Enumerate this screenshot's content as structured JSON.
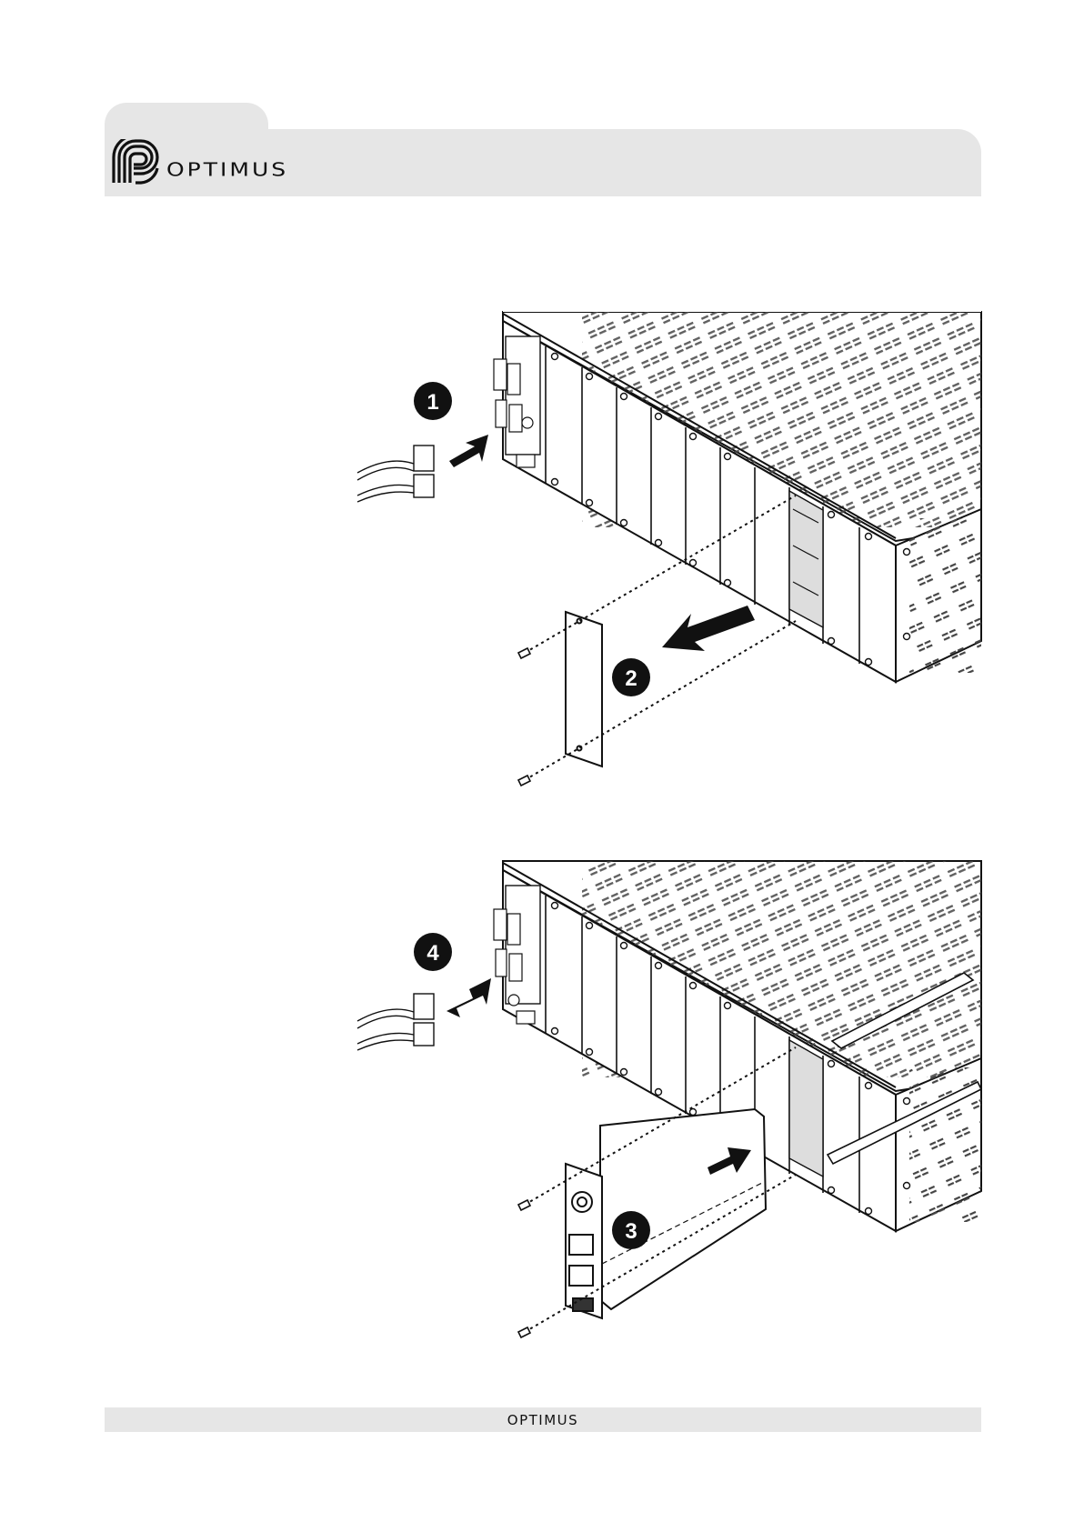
{
  "header": {
    "brand": "OPTIMUS",
    "logo_icon": "optimus-logo-mark"
  },
  "illustration": {
    "top_steps": [
      "1",
      "2"
    ],
    "bottom_steps": [
      "4",
      "3"
    ]
  },
  "footer": {
    "brand": "OPTIMUS"
  }
}
